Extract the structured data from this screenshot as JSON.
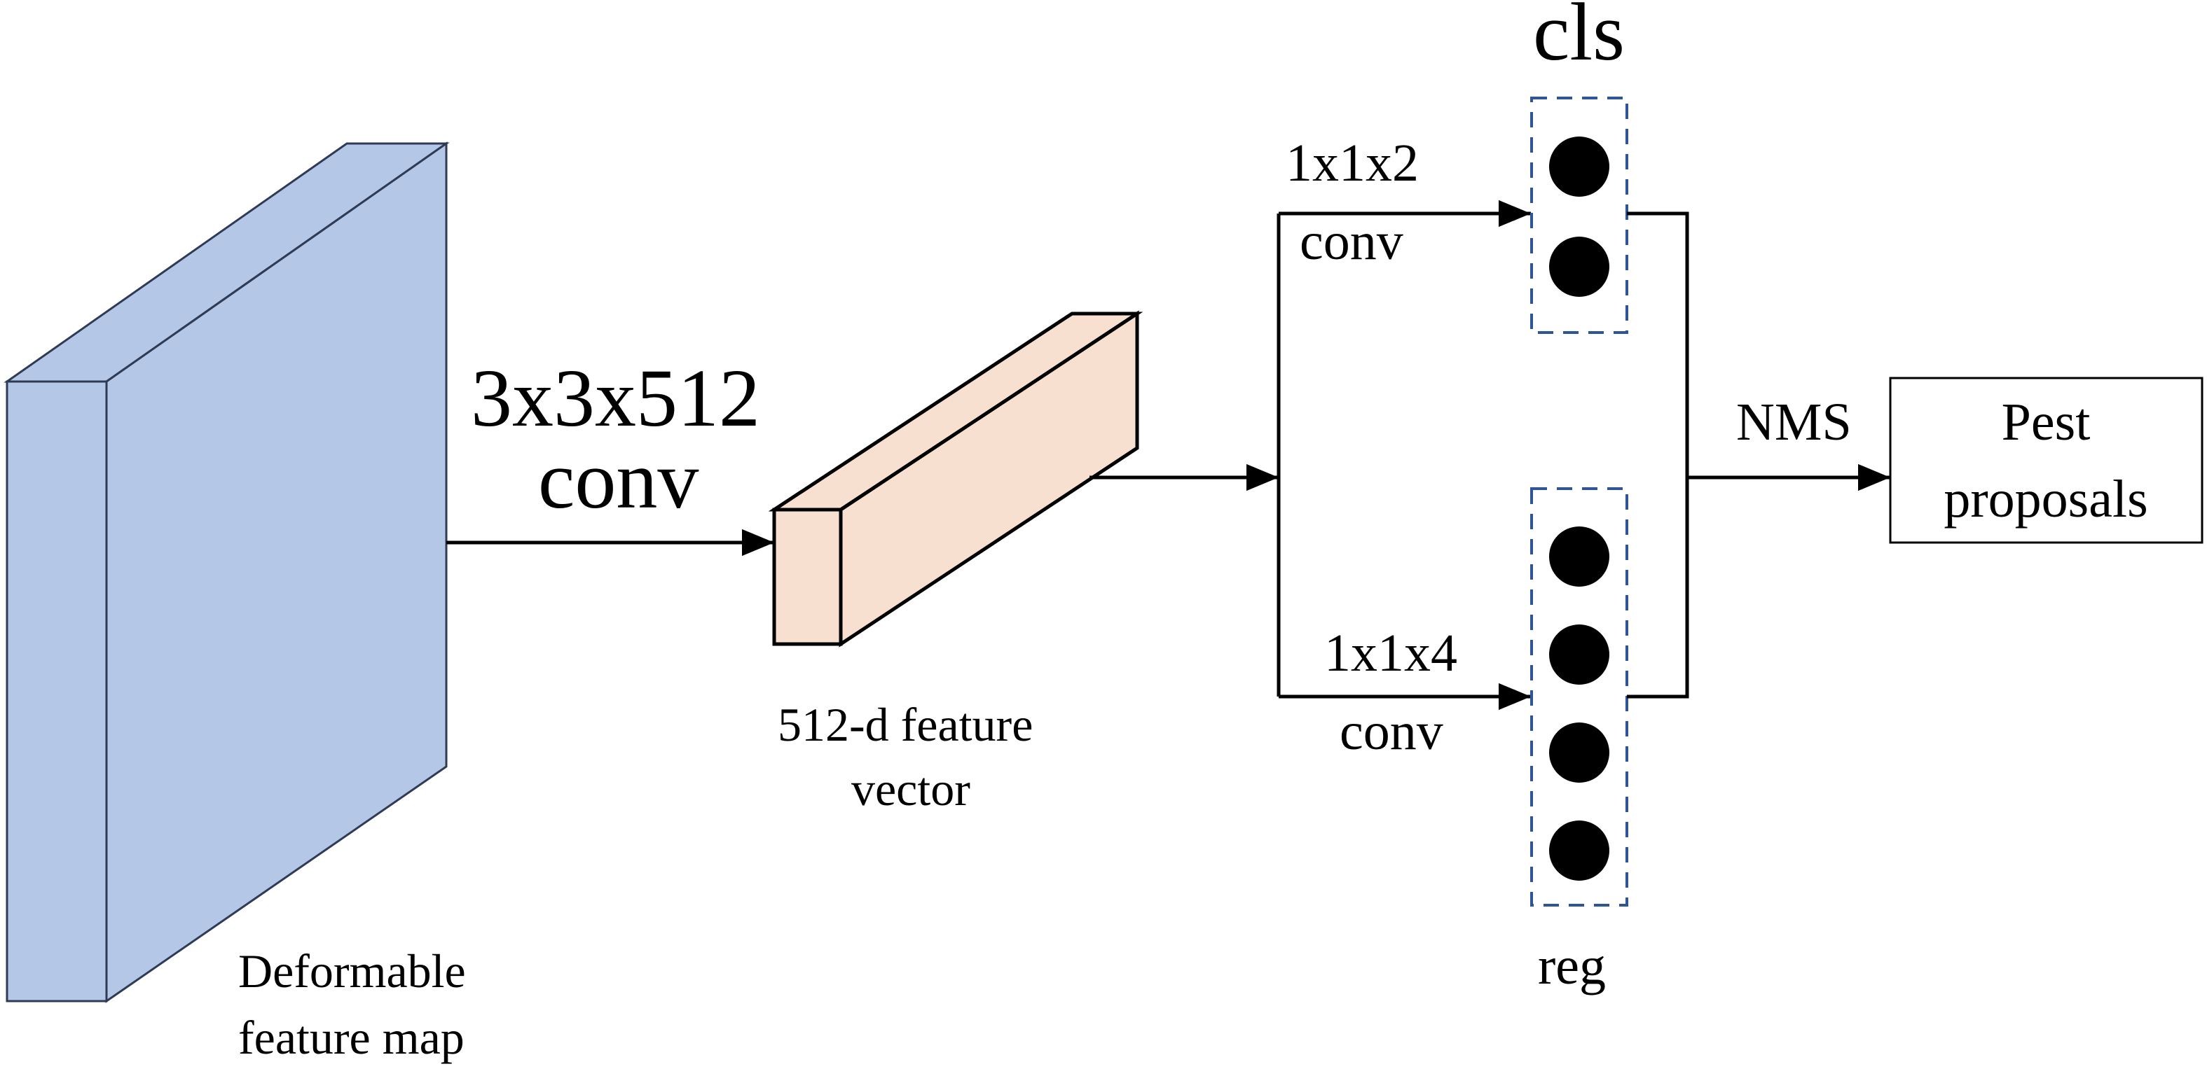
{
  "diagram": {
    "labels": {
      "feature_map": [
        "Deformable",
        "feature map"
      ],
      "conv3": [
        "3x3x512",
        "conv"
      ],
      "vector": [
        "512-d feature",
        "vector"
      ],
      "conv_cls": [
        "1x1x2",
        "conv"
      ],
      "conv_reg": [
        "1x1x4",
        "conv"
      ],
      "cls": "cls",
      "reg": "reg",
      "nms": "NMS",
      "proposals": [
        "Pest",
        "proposals"
      ]
    },
    "colors": {
      "feature_map_fill": "#b4c7e7",
      "feature_map_stroke": "#2f3b55",
      "vector_fill": "#f8e0d0",
      "vector_stroke": "#000000",
      "dashed_box": "#2e5597",
      "neuron": "#000000"
    },
    "neurons": {
      "cls_count": 2,
      "reg_count": 4
    }
  }
}
